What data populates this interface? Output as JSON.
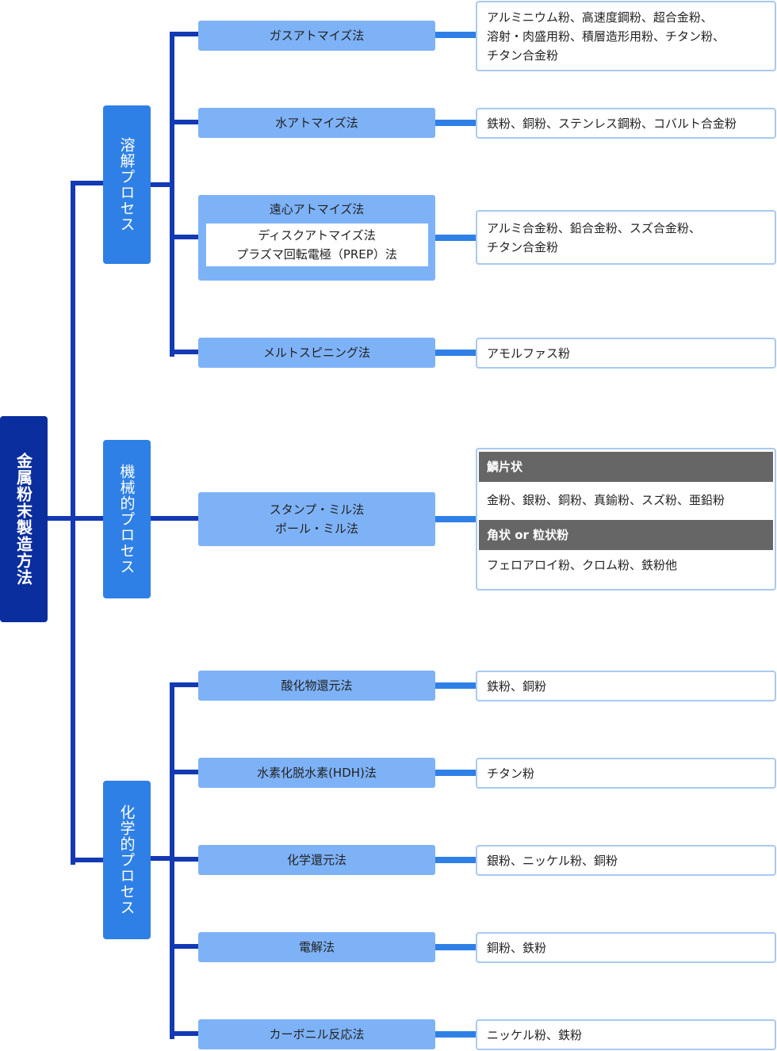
{
  "title": "金属粉末製造方法",
  "categories": [
    {
      "label": "溶解プロセス"
    },
    {
      "label": "機械的プロセス"
    },
    {
      "label": "化学的プロセス"
    }
  ],
  "methods": {
    "gas_atomize": {
      "lines": [
        "ガスアトマイズ法"
      ]
    },
    "water_atomize": {
      "lines": [
        "水アトマイズ法"
      ]
    },
    "centrifugal": {
      "title": "遠心アトマイズ法",
      "sub_lines": [
        "ディスクアトマイズ法",
        "プラズマ回転電極（PREP）法"
      ]
    },
    "melt_spinning": {
      "lines": [
        "メルトスピニング法"
      ]
    },
    "stamp_mill": {
      "lines": [
        "スタンプ・ミル法",
        "ポール・ミル法"
      ]
    },
    "oxide_reduction": {
      "lines": [
        "酸化物還元法"
      ]
    },
    "hdh": {
      "lines": [
        "水素化脱水素(HDH)法"
      ]
    },
    "chemical_reduction": {
      "lines": [
        "化学還元法"
      ]
    },
    "electrolysis": {
      "lines": [
        "電解法"
      ]
    },
    "carbonyl": {
      "lines": [
        "カーボニル反応法"
      ]
    }
  },
  "results": {
    "gas_atomize": {
      "lines": [
        "アルミニウム粉、高速度鋼粉、超合金粉、",
        "溶射・肉盛用粉、積層造形用粉、チタン粉、",
        "チタン合金粉"
      ]
    },
    "water_atomize": {
      "lines": [
        "鉄粉、銅粉、ステンレス鋼粉、コバルト合金粉"
      ]
    },
    "centrifugal": {
      "lines": [
        "アルミ合金粉、鉛合金粉、スズ合金粉、",
        "チタン合金粉"
      ]
    },
    "melt_spinning": {
      "lines": [
        "アモルファス粉"
      ]
    },
    "stamp_mill": {
      "groups": [
        {
          "heading": "鱗片状",
          "text": "金粉、銀粉、銅粉、真鍮粉、スズ粉、亜鉛粉"
        },
        {
          "heading": "角状 or 粒状粉",
          "text": "フェロアロイ粉、クロム粉、鉄粉他"
        }
      ]
    },
    "oxide_reduction": {
      "lines": [
        "鉄粉、銅粉"
      ]
    },
    "hdh": {
      "lines": [
        "チタン粉"
      ]
    },
    "chemical_reduction": {
      "lines": [
        "銀粉、ニッケル粉、銅粉"
      ]
    },
    "electrolysis": {
      "lines": [
        "銅粉、鉄粉"
      ]
    },
    "carbonyl": {
      "lines": [
        "ニッケル粉、鉄粉"
      ]
    }
  },
  "colors": {
    "root_bg": "#0a2e9e",
    "category_bg": "#2f80e6",
    "method_bg": "#7eb2f7",
    "line": "#1339b3",
    "result_border": "#a9c9f2",
    "group_heading_bg": "#666666"
  }
}
